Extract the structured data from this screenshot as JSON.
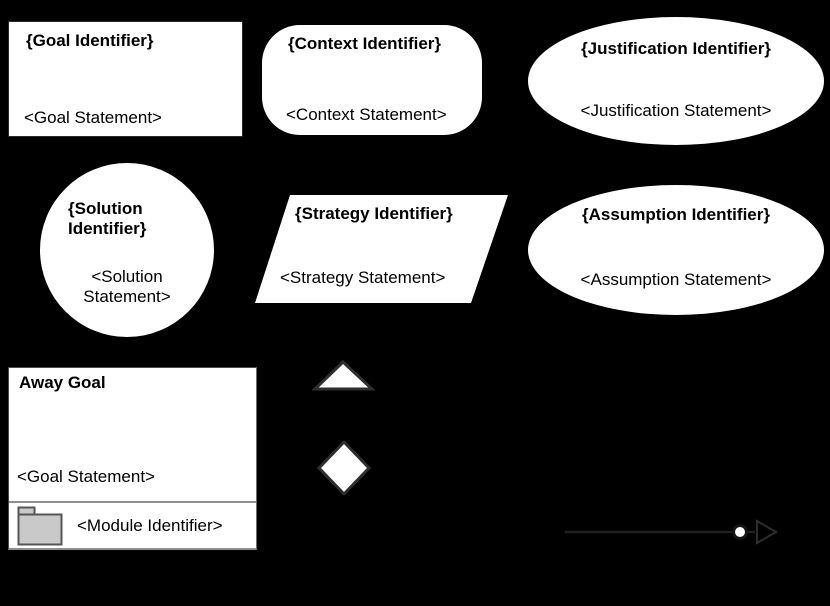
{
  "colors": {
    "background": "#000000",
    "node_fill": "#ffffff",
    "node_text": "#000000",
    "folder_fill": "#c9c9c9",
    "folder_border": "#555555",
    "divider_gray": "#8f8f8f",
    "connector_line": "#1f1f1f",
    "marker_outline": "#2e2e2e"
  },
  "nodes": {
    "goal": {
      "identifier": "{Goal Identifier}",
      "statement": "<Goal Statement>"
    },
    "context": {
      "identifier": "{Context Identifier}",
      "statement": "<Context Statement>"
    },
    "justification": {
      "identifier": "{Justification Identifier}",
      "statement": "<Justification Statement>"
    },
    "solution": {
      "identifier": "{Solution Identifier}",
      "statement": "<Solution Statement>"
    },
    "strategy": {
      "identifier": "{Strategy Identifier}",
      "statement": "<Strategy Statement>"
    },
    "assumption": {
      "identifier": "{Assumption Identifier}",
      "statement": "<Assumption Statement>"
    },
    "away_goal": {
      "title": "Away Goal",
      "statement": "<Goal Statement>",
      "module_label": "<Module Identifier>"
    }
  },
  "symbols": {
    "triangle": "undeveloped-entity-marker",
    "diamond": "uninstantiated-entity-marker",
    "connector": "supported-by-arrow-with-circle"
  }
}
